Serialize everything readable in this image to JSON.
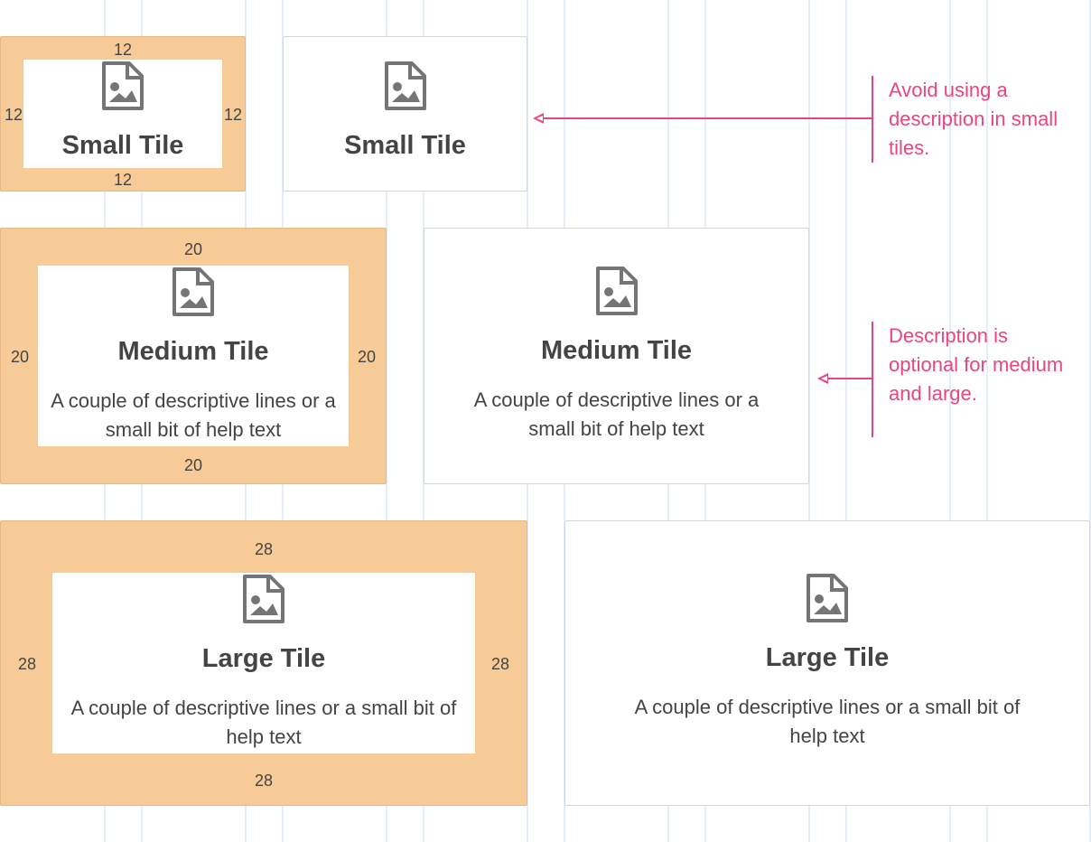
{
  "small_spec": {
    "title": "Small Tile",
    "pad_top": "12",
    "pad_left": "12",
    "pad_right": "12",
    "pad_bottom": "12"
  },
  "small_plain": {
    "title": "Small Tile"
  },
  "medium_spec": {
    "title": "Medium Tile",
    "description": "A couple of descriptive lines or a small bit of help text",
    "pad_top": "20",
    "pad_left": "20",
    "pad_right": "20",
    "pad_bottom": "20"
  },
  "medium_plain": {
    "title": "Medium Tile",
    "description": "A couple of descriptive lines or a small bit of help text"
  },
  "large_spec": {
    "title": "Large Tile",
    "description": "A couple of descriptive lines or a small bit of help text",
    "pad_top": "28",
    "pad_left": "28",
    "pad_right": "28",
    "pad_bottom": "28"
  },
  "large_plain": {
    "title": "Large Tile",
    "description": "A couple of descriptive lines or a small bit of help text"
  },
  "annotations": {
    "small": "Avoid using a description in small tiles.",
    "medium": "Description is optional for medium and large."
  },
  "colors": {
    "padding_fill": "#f7cb98",
    "annotation": "#e9457f",
    "grid": "#e3eef8",
    "icon": "#757575"
  },
  "icon_name": "image-file-icon"
}
